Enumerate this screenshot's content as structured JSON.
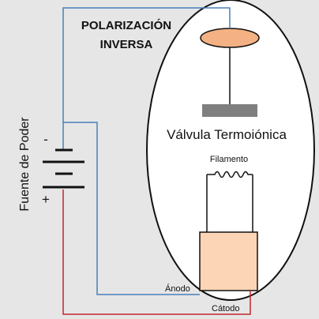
{
  "title": {
    "line1": "POLARIZACIÓN",
    "line2": "INVERSA"
  },
  "labels": {
    "valve": "Válvula Termoiónica",
    "filament": "Filamento",
    "power_source": "Fuente de Poder",
    "minus": "-",
    "plus": "+",
    "anode": "Ánodo",
    "cathode": "Cátodo"
  },
  "colors": {
    "background": "#e6e6e6",
    "blue_wire": "#4a7ebb",
    "red_wire": "#c0272d",
    "plate": "#f4b183",
    "grid_bar": "#7f7f7f",
    "cathode_block": "#fbd5b5"
  }
}
